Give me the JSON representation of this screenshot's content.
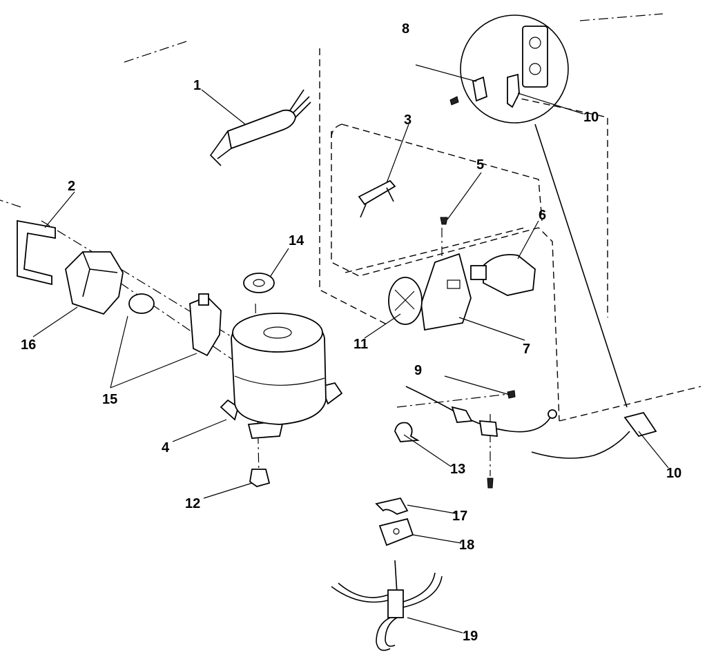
{
  "diagram": {
    "callouts": {
      "c1": "1",
      "c2": "2",
      "c3": "3",
      "c4": "4",
      "c5": "5",
      "c6": "6",
      "c7": "7",
      "c8": "8",
      "c9": "9",
      "c10a": "10",
      "c10b": "10",
      "c11": "11",
      "c12": "12",
      "c13": "13",
      "c14": "14",
      "c15": "15",
      "c16": "16",
      "c17": "17",
      "c18": "18",
      "c19": "19"
    }
  }
}
